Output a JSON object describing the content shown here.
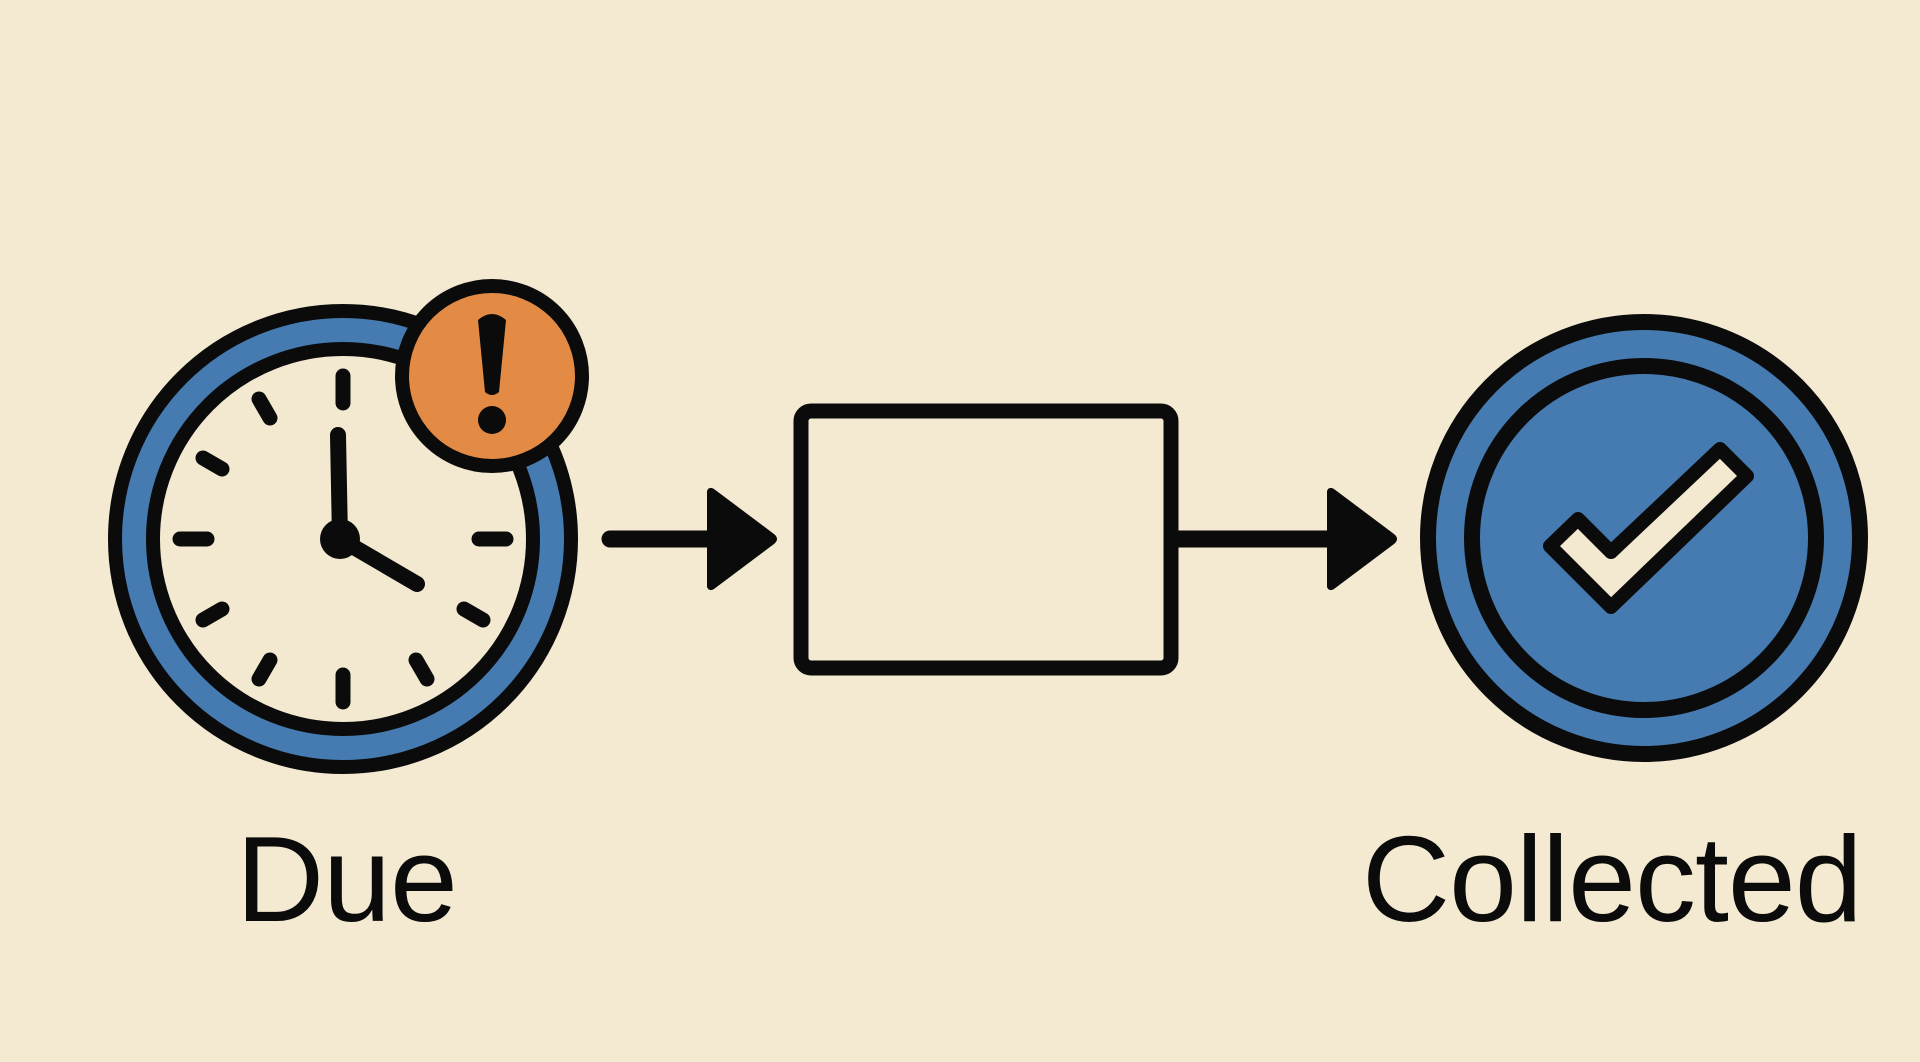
{
  "diagram": {
    "nodes": [
      {
        "id": "due",
        "label": "Due",
        "icon": "clock-with-alert-icon"
      },
      {
        "id": "middle",
        "label": "",
        "icon": "empty-box"
      },
      {
        "id": "collected",
        "label": "Collected",
        "icon": "check-circle-icon"
      }
    ],
    "edges": [
      {
        "from": "due",
        "to": "middle"
      },
      {
        "from": "middle",
        "to": "collected"
      }
    ]
  },
  "colors": {
    "background": "#f3ead1",
    "blue": "#457bb0",
    "orange": "#e38b44",
    "outline": "#0b0b0b",
    "face": "#f2e9d0"
  }
}
